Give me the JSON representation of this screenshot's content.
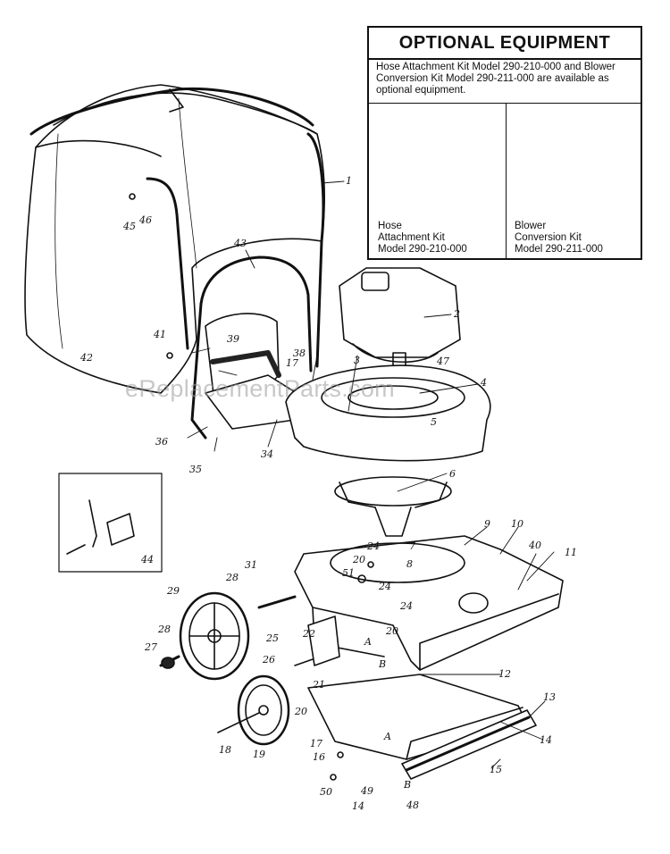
{
  "optional_equipment": {
    "title": "OPTIONAL EQUIPMENT",
    "description": "Hose Attachment Kit Model 290-210-000 and Blower Conversion Kit Model 290-211-000 are available as optional equipment.",
    "kits": [
      {
        "line1": "Hose",
        "line2": "Attachment Kit",
        "line3": "Model 290-210-000"
      },
      {
        "line1": "Blower",
        "line2": "Conversion Kit",
        "line3": "Model 290-211-000"
      }
    ]
  },
  "watermark": "eReplacementParts.com",
  "callouts": [
    {
      "label": "1"
    },
    {
      "label": "2"
    },
    {
      "label": "3"
    },
    {
      "label": "4"
    },
    {
      "label": "5"
    },
    {
      "label": "6"
    },
    {
      "label": "7"
    },
    {
      "label": "8"
    },
    {
      "label": "9"
    },
    {
      "label": "10"
    },
    {
      "label": "11"
    },
    {
      "label": "12"
    },
    {
      "label": "13"
    },
    {
      "label": "14"
    },
    {
      "label": "14"
    },
    {
      "label": "15"
    },
    {
      "label": "16"
    },
    {
      "label": "17"
    },
    {
      "label": "17"
    },
    {
      "label": "18"
    },
    {
      "label": "19"
    },
    {
      "label": "20"
    },
    {
      "label": "20"
    },
    {
      "label": "20"
    },
    {
      "label": "21"
    },
    {
      "label": "22"
    },
    {
      "label": "24"
    },
    {
      "label": "24"
    },
    {
      "label": "24"
    },
    {
      "label": "25"
    },
    {
      "label": "26"
    },
    {
      "label": "27"
    },
    {
      "label": "28"
    },
    {
      "label": "28"
    },
    {
      "label": "29"
    },
    {
      "label": "31"
    },
    {
      "label": "34"
    },
    {
      "label": "35"
    },
    {
      "label": "36"
    },
    {
      "label": "38"
    },
    {
      "label": "39"
    },
    {
      "label": "40"
    },
    {
      "label": "41"
    },
    {
      "label": "42"
    },
    {
      "label": "43"
    },
    {
      "label": "44"
    },
    {
      "label": "45"
    },
    {
      "label": "46"
    },
    {
      "label": "47"
    },
    {
      "label": "48"
    },
    {
      "label": "49"
    },
    {
      "label": "50"
    },
    {
      "label": "51"
    },
    {
      "label": "A"
    },
    {
      "label": "A"
    },
    {
      "label": "B"
    },
    {
      "label": "B"
    }
  ]
}
